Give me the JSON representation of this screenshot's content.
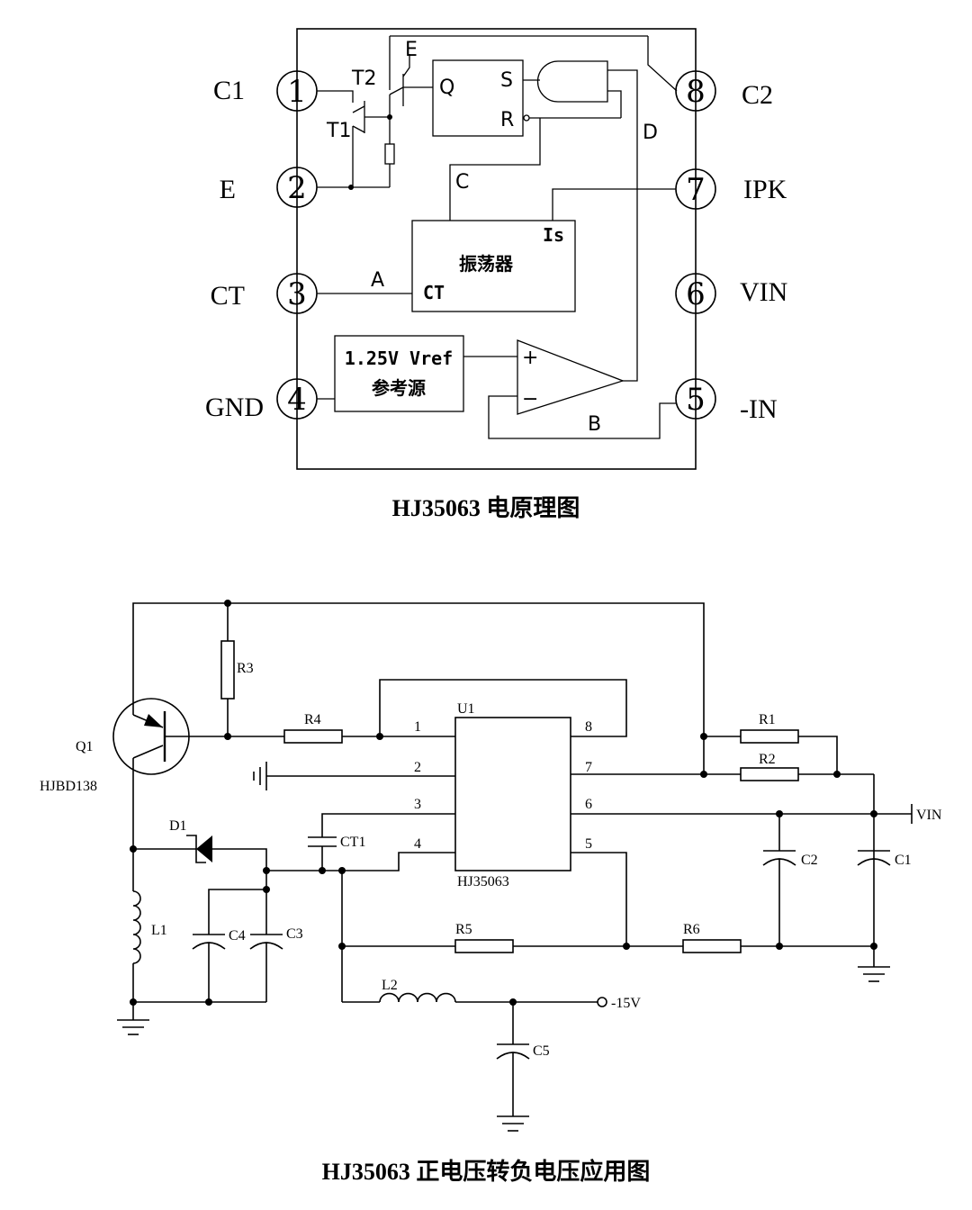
{
  "diagram1": {
    "caption": "HJ35063  电原理图",
    "pins": [
      {
        "num": "1",
        "label": "C1"
      },
      {
        "num": "2",
        "label": "E"
      },
      {
        "num": "3",
        "label": "CT"
      },
      {
        "num": "4",
        "label": "GND"
      },
      {
        "num": "8",
        "label": "C2"
      },
      {
        "num": "7",
        "label": "IPK"
      },
      {
        "num": "6",
        "label": "VIN"
      },
      {
        "num": "5",
        "label": "-IN"
      }
    ],
    "labels": {
      "t1": "T1",
      "t2": "T2",
      "e": "E",
      "q": "Q",
      "s": "S",
      "r": "R",
      "c": "C",
      "d": "D",
      "a": "A",
      "b": "B",
      "is": "Is",
      "osc": "振荡器",
      "ct": "CT",
      "vref": "1.25V Vref",
      "ref_cn": "参考源",
      "plus": "+",
      "minus": "−"
    }
  },
  "diagram2": {
    "caption": "HJ35063  正电压转负电压应用图",
    "ic": {
      "ref": "U1",
      "part": "HJ35063",
      "pins_left": [
        "1",
        "2",
        "3",
        "4"
      ],
      "pins_right": [
        "8",
        "7",
        "6",
        "5"
      ]
    },
    "components": {
      "q1": "Q1",
      "q1_part": "HJBD138",
      "r1": "R1",
      "r2": "R2",
      "r3": "R3",
      "r4": "R4",
      "r5": "R5",
      "r6": "R6",
      "d1": "D1",
      "l1": "L1",
      "l2": "L2",
      "c1": "C1",
      "c2": "C2",
      "c3": "C3",
      "c4": "C4",
      "c5": "C5",
      "ct1": "CT1"
    },
    "nets": {
      "vin": "VIN",
      "out": "-15V"
    }
  }
}
